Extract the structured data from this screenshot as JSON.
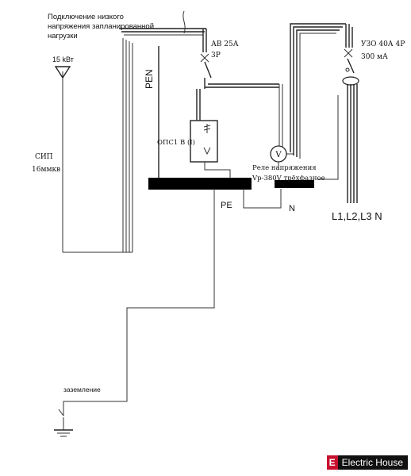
{
  "labels": {
    "connection_line1": "Подключение низкого",
    "connection_line2": "напряжения запланированной",
    "connection_line3": "нагрузки",
    "power": "15 kВт",
    "pen": "PEN",
    "cable_line1": "СИП",
    "cable_line2": "16ммкв",
    "breaker_line1": "АВ 25А",
    "breaker_line2": "3Р",
    "rcd_line1": "УЗО 40А 4Р",
    "rcd_line2": "300 мА",
    "ops": "ОПС1 В (I)",
    "relay_line1": "Реле напряжения",
    "relay_line2": "Vp-380V трёхфазное",
    "relay_symbol": "V",
    "pe": "PE",
    "n": "N",
    "phases": "L1,L2,L3 N",
    "grounding": "заземление"
  },
  "brand": {
    "mark": "E",
    "name": "Electric House",
    "mark_color": "#c8102e"
  }
}
